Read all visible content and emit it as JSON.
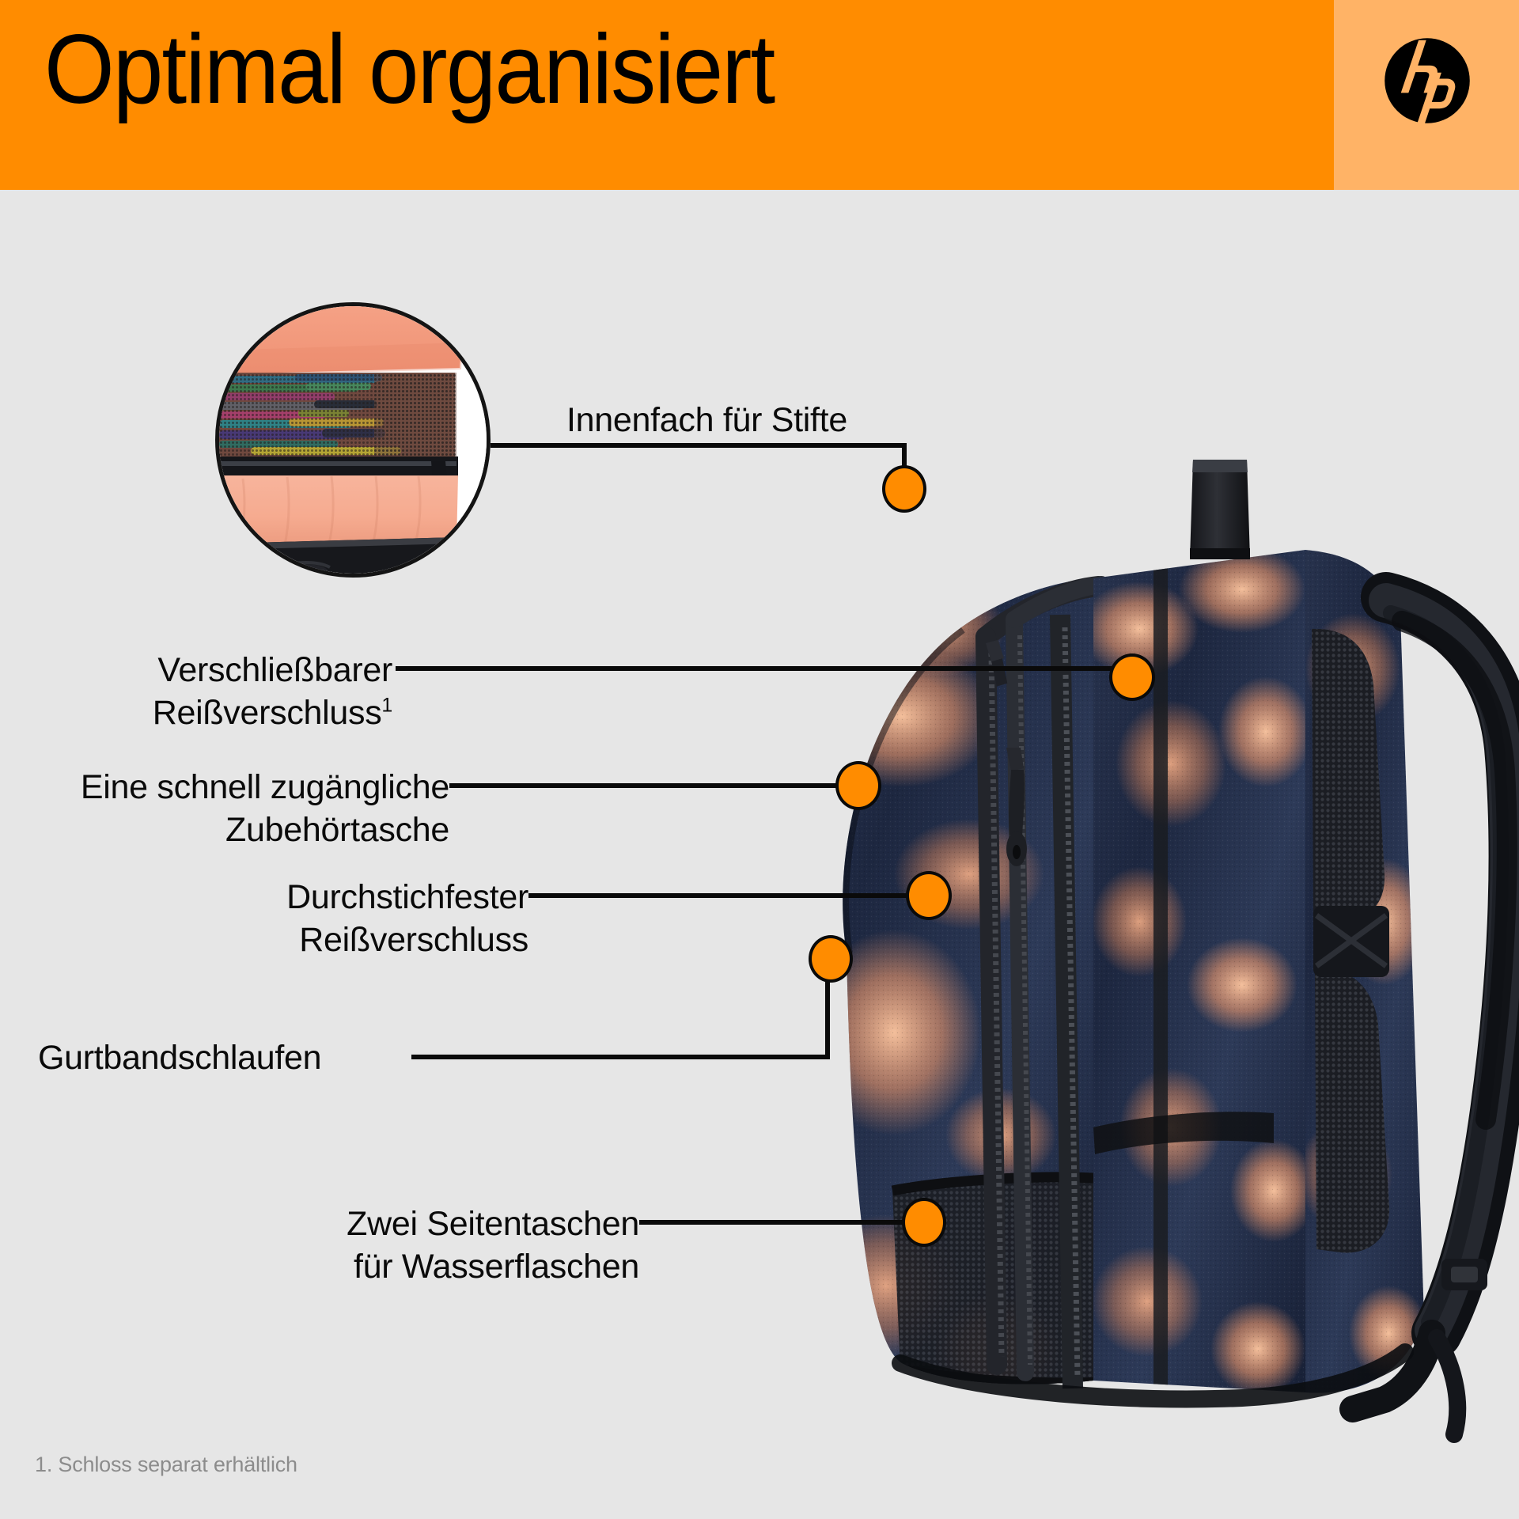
{
  "header": {
    "title": "Optimal organisiert",
    "brand_logo": "hp-logo",
    "band_color": "#FF8C00",
    "logo_band_color": "#FFB366"
  },
  "theme": {
    "background": "#E6E6E6",
    "accent": "#FF8C00",
    "line": "#0A0A0A",
    "footnote_color": "#8C8C8C"
  },
  "inset": {
    "name": "pen-compartment-closeup",
    "description": "Innenfach mit Netztasche und Stiften"
  },
  "product": {
    "name": "hp-campus-xl-backpack",
    "view": "side-profile",
    "pattern": "tie-dye-navy-orange"
  },
  "callouts": [
    {
      "id": "innenfach-stifte",
      "line1": "Innenfach für Stifte",
      "line2": "",
      "footnote_marker": ""
    },
    {
      "id": "verschliessbarer-reissverschluss",
      "line1": "Verschließbarer",
      "line2": "Reißverschluss",
      "footnote_marker": "1"
    },
    {
      "id": "zubehoertasche",
      "line1": "Eine schnell zugängliche",
      "line2": "Zubehörtasche",
      "footnote_marker": ""
    },
    {
      "id": "durchstichfester-reissverschluss",
      "line1": "Durchstichfester",
      "line2": "Reißverschluss",
      "footnote_marker": ""
    },
    {
      "id": "gurtbandschlaufen",
      "line1": "Gurtbandschlaufen",
      "line2": "",
      "footnote_marker": ""
    },
    {
      "id": "seitentaschen-wasserflaschen",
      "line1": "Zwei Seitentaschen",
      "line2": "für Wasserflaschen",
      "footnote_marker": ""
    }
  ],
  "footnote": {
    "text": "1. Schloss separat erhältlich"
  }
}
